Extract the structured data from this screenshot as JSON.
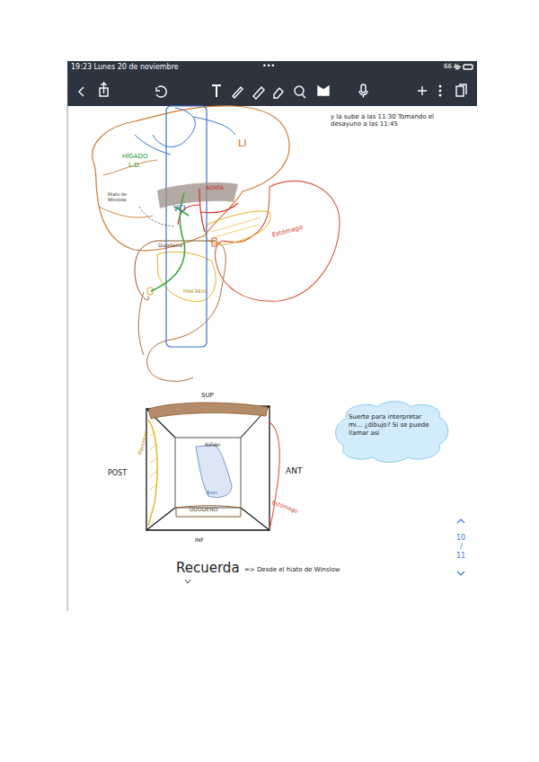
{
  "diagram": {
    "nodes": [
      {
        "text": [
          "Suerte para interpretar mi... ¿dibujo? Si se puede llamar así"
        ]
      }
    ],
    "labels": [
      "19:23 Lunes 20 de noviembre",
      "•••",
      "66 %",
      "LI",
      "HÍGADO",
      "L.D.",
      "VCI",
      "AORTA",
      "Hiato de Winslow",
      "Duodeno",
      "Estómago",
      "PÁNCREAS",
      "y la sube a las 11:30 Tomando el desayuno a las 11:45",
      "SUP",
      "POST",
      "ANT",
      "Páncreas",
      "Riñón",
      "Bazo",
      "DUODENO",
      "Estómago",
      "INF",
      "Recuerda",
      "=> Desde el hiato de Winslow",
      "10",
      "/",
      "11"
    ]
  }
}
